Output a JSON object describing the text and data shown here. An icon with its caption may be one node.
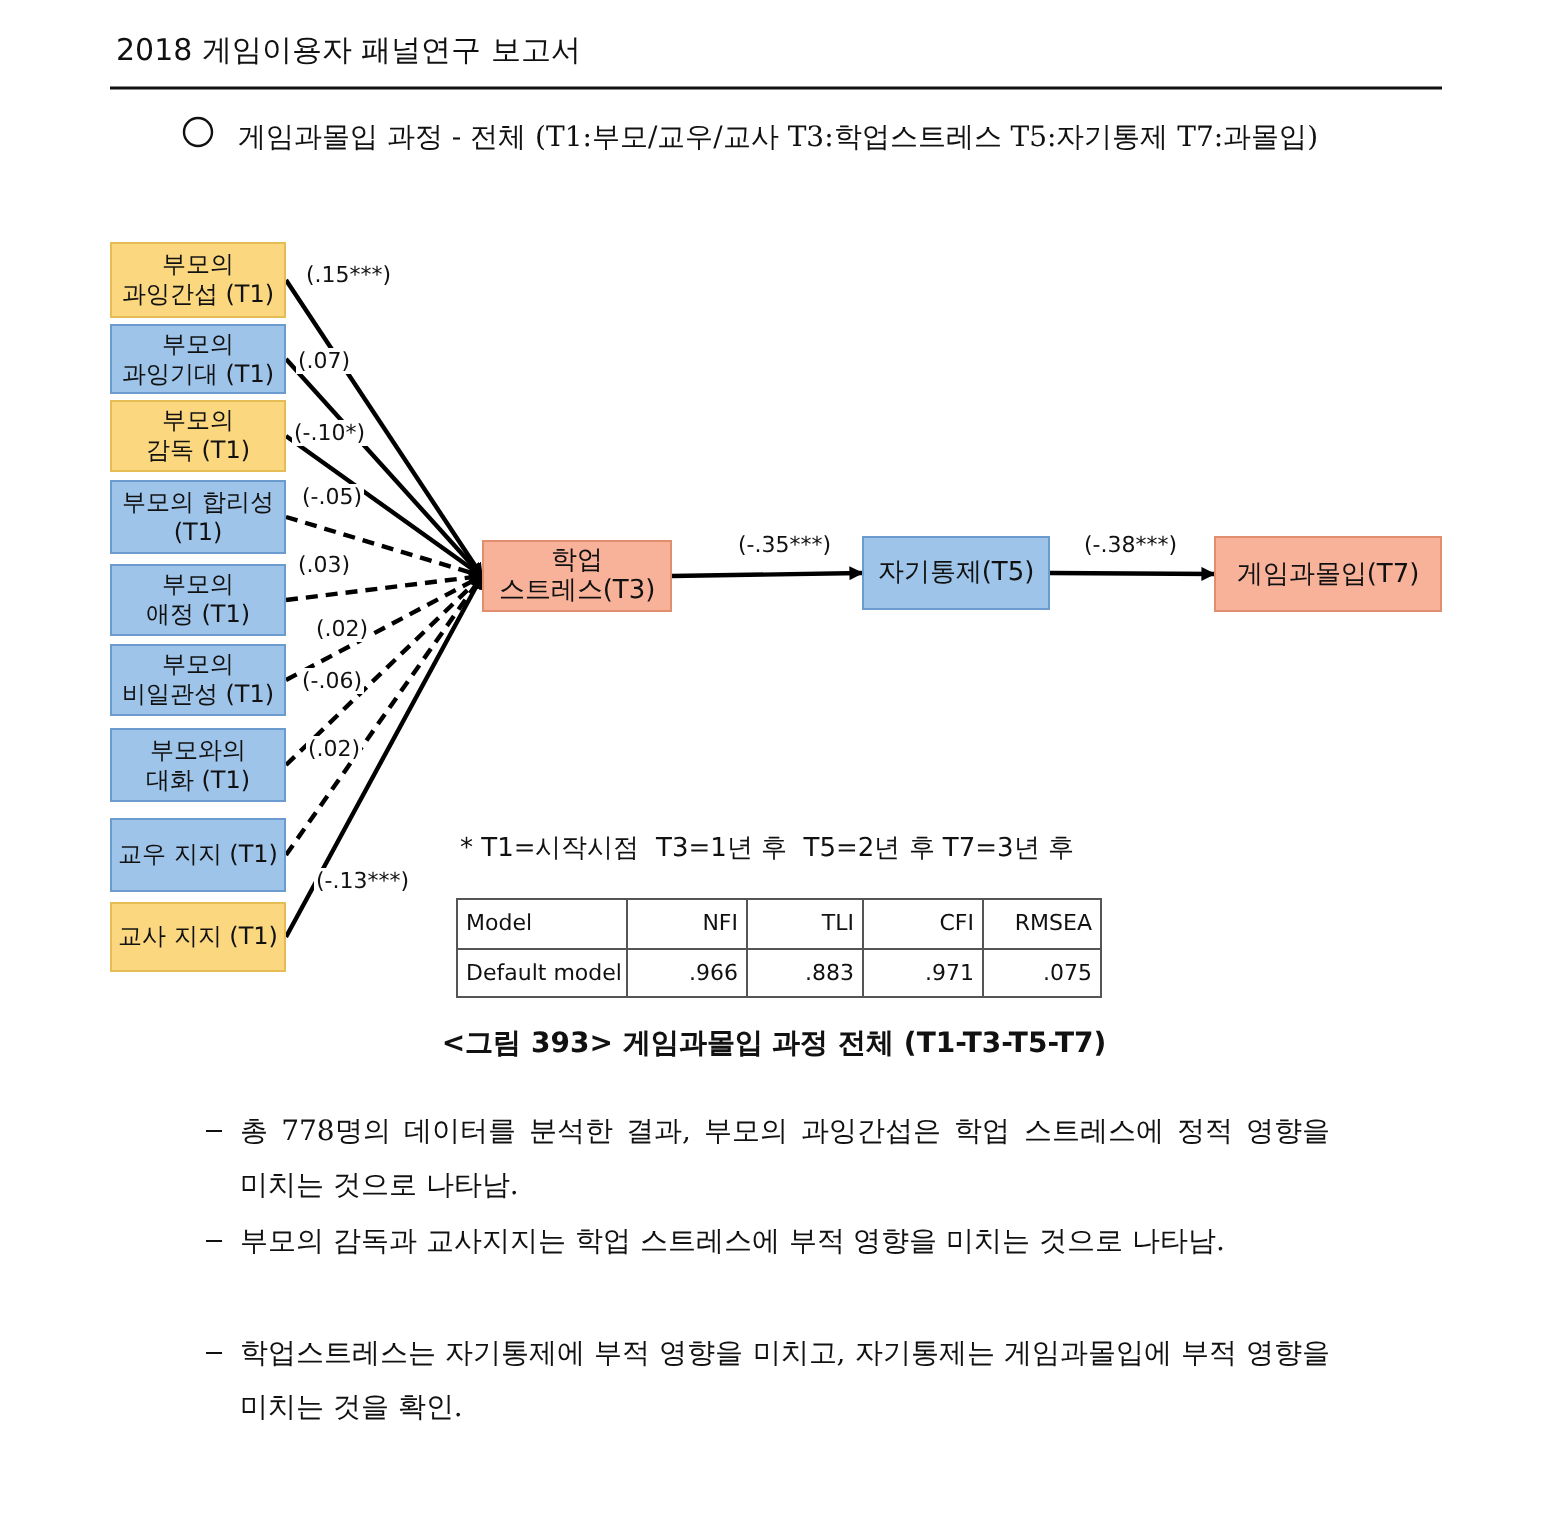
{
  "diagram": {
    "title": "게임과몰입 과정 - 전체 (T1:부모/교우/교사 T3:학업스트레스 T5:자기통제 T7:과몰입)",
    "caption": "<그림 393> 게임과몰입 과정 전체 (T1-T3-T5-T7)",
    "nodes": [
      {
        "text": [
          "부모의 과잉간섭 (T1)"
        ]
      },
      {
        "text": [
          "부모의 과잉기대 (T1)"
        ]
      },
      {
        "text": [
          "부모의 감독 (T1)"
        ]
      },
      {
        "text": [
          "부모의 합리성 (T1)"
        ]
      },
      {
        "text": [
          "부모의 애정 (T1)"
        ]
      },
      {
        "text": [
          "부모의 비일관성 (T1)"
        ]
      },
      {
        "text": [
          "부모와의 대화 (T1)"
        ]
      },
      {
        "text": [
          "교우 지지 (T1)"
        ]
      },
      {
        "text": [
          "교사 지지 (T1)"
        ]
      },
      {
        "text": [
          "학업 스트레스(T3)"
        ]
      },
      {
        "text": [
          "자기통제(T5)"
        ]
      },
      {
        "text": [
          "게임과몰입(T7)"
        ]
      }
    ],
    "edges": [
      {
        "from": 0,
        "to": 9,
        "arrow": "to",
        "label": "(.15***)"
      },
      {
        "from": 1,
        "to": 9,
        "arrow": "to",
        "label": "(.07)"
      },
      {
        "from": 2,
        "to": 9,
        "arrow": "to",
        "label": "(-.10*)"
      },
      {
        "from": 3,
        "to": 9,
        "arrow": "to",
        "label": "(-.05)",
        "style": "dashed"
      },
      {
        "from": 4,
        "to": 9,
        "arrow": "to",
        "label": "(.03)",
        "style": "dashed"
      },
      {
        "from": 5,
        "to": 9,
        "arrow": "to",
        "label": "(.02)",
        "style": "dashed"
      },
      {
        "from": 6,
        "to": 9,
        "arrow": "to",
        "label": "(-.06)",
        "style": "dashed"
      },
      {
        "from": 7,
        "to": 9,
        "arrow": "to",
        "label": "(.02)",
        "style": "dashed"
      },
      {
        "from": 8,
        "to": 9,
        "arrow": "to",
        "label": "(-.13***)"
      },
      {
        "from": 9,
        "to": 10,
        "arrow": "to",
        "label": "(-.35***)"
      },
      {
        "from": 10,
        "to": 11,
        "arrow": "to",
        "label": "(-.38***)"
      }
    ],
    "labels": [
      "2018 게임이용자 패널연구 보고서",
      "* T1=시작시점  T3=1년 후  T5=2년 후 T7=3년 후",
      "Model",
      "NFI",
      "TLI",
      "CFI",
      "RMSEA",
      "Default model",
      ".966",
      ".883",
      ".971",
      ".075",
      "총 778명의 데이터를 분석한 결과, 부모의 과잉간섭은 학업 스트레스에 정적 영향을 미치는 것으로 나타남.",
      "부모의 감독과 교사지지는 학업 스트레스에 부적 영향을 미치는 것으로 나타남.",
      "학업스트레스는 자기통제에 부적 영향을 미치고, 자기통제는 게임과몰입에 부적 영향을 미치는 것을 확인."
    ]
  }
}
